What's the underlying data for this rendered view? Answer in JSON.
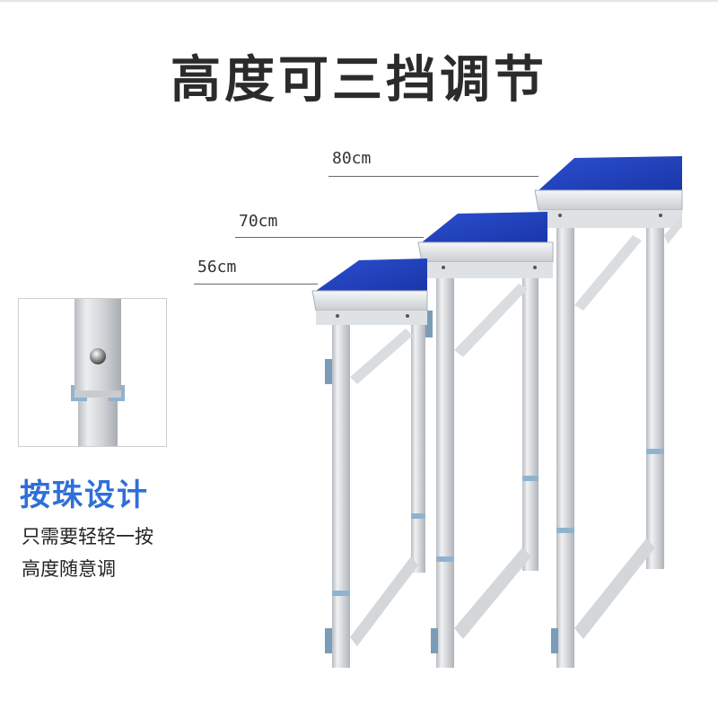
{
  "title": "高度可三挡调节",
  "heights": [
    {
      "label": "80cm"
    },
    {
      "label": "70cm"
    },
    {
      "label": "56cm"
    }
  ],
  "feature": {
    "title": "按珠设计",
    "lines": [
      "只需要轻轻一按",
      "高度随意调"
    ]
  },
  "colors": {
    "tabletop": "#1f3fbf",
    "frame": "#e4e6e8",
    "feature_title": "#2f6fd8",
    "foot_cap": "#7a9cb8"
  }
}
